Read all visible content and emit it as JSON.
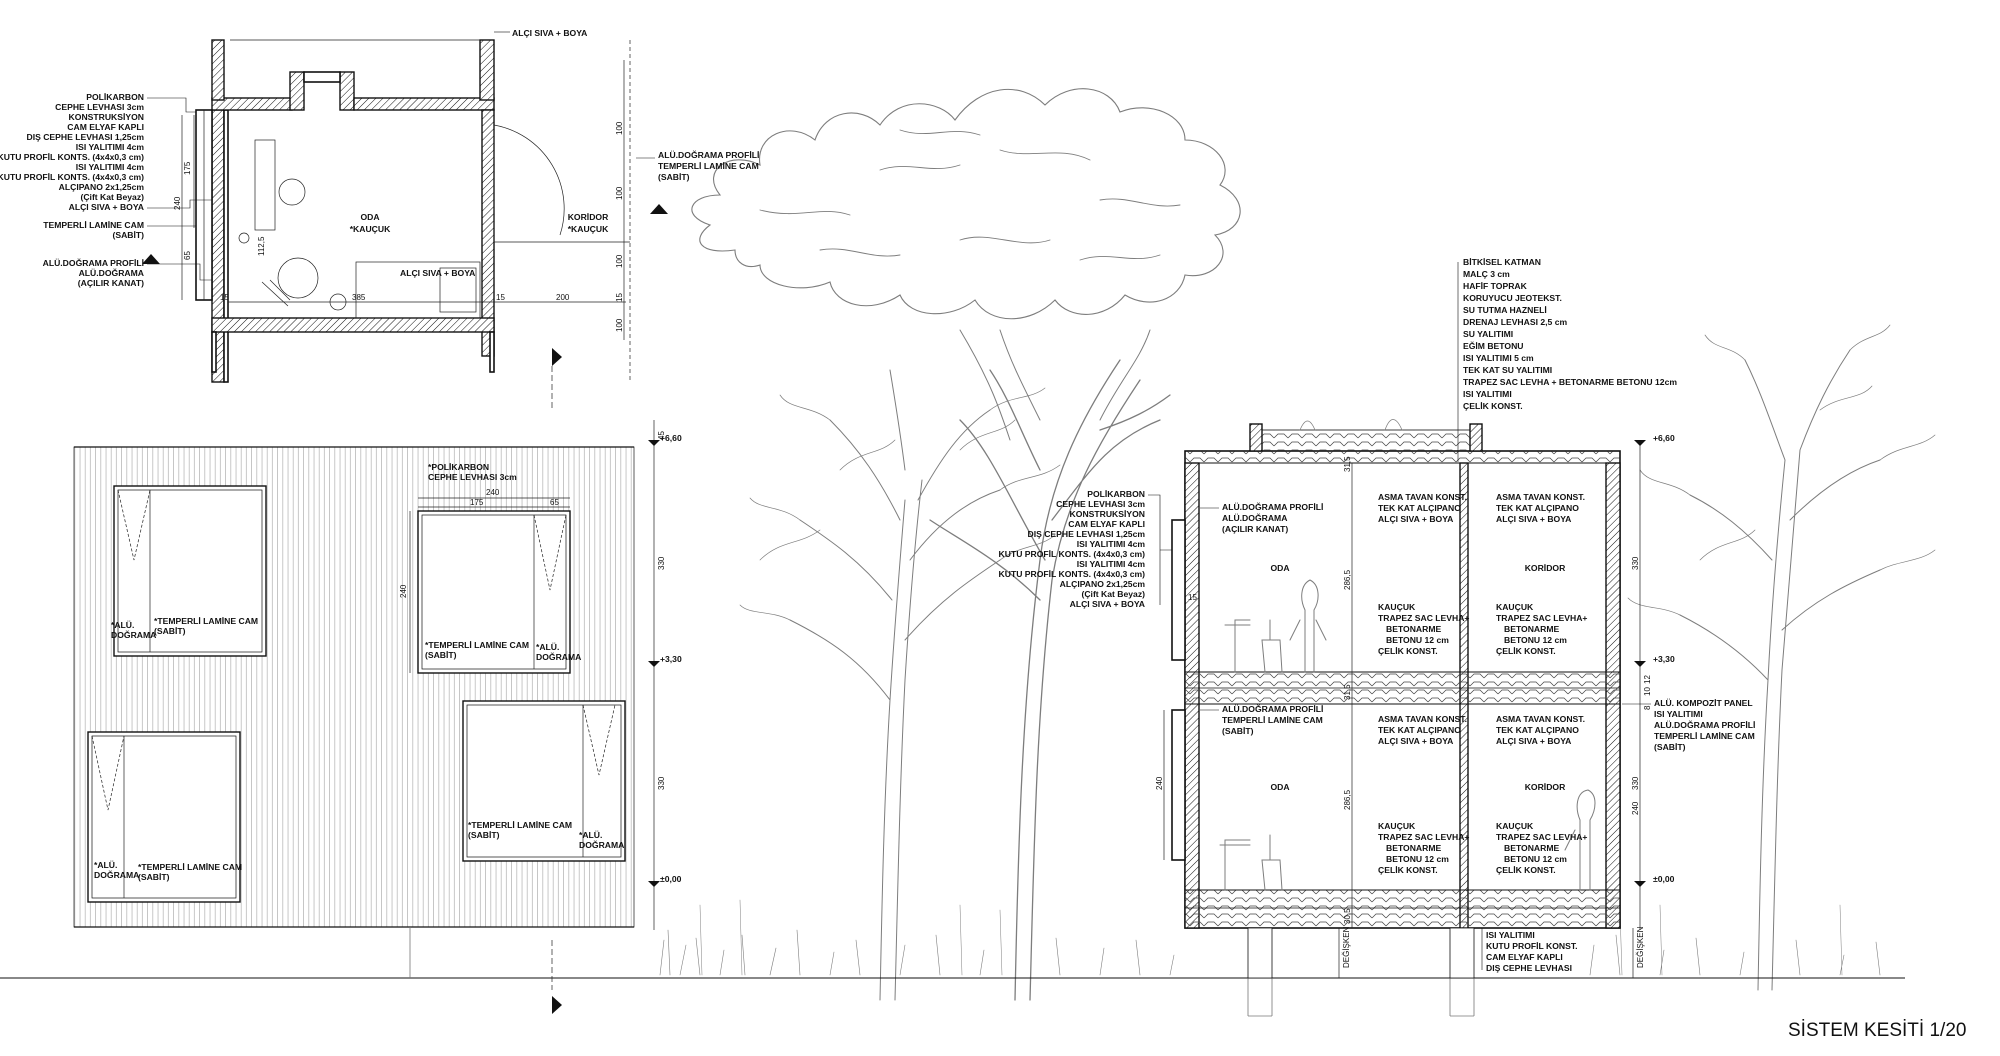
{
  "title": "SİSTEM KESİTİ 1/20",
  "plan": {
    "left_labels": [
      "POLİKARBON",
      "CEPHE LEVHASI 3cm",
      "KONSTRUKSİYON",
      "CAM ELYAF KAPLI",
      "DIŞ CEPHE LEVHASI 1,25cm",
      "ISI YALITIMI 4cm",
      "KUTU PROFİL KONTS. (4x4x0,3 cm)",
      "ISI YALITIMI 4cm",
      "KUTU PROFİL KONTS. (4x4x0,3 cm)",
      "ALÇIPANO 2x1,25cm",
      "(Çift Kat Beyaz)",
      "ALÇI SIVA + BOYA"
    ],
    "left_labels_lower": [
      "TEMPERLİ LAMİNE CAM",
      "(SABİT)"
    ],
    "left_labels_bottom": [
      "ALÜ.DOĞRAMA PROFİLİ",
      "ALÜ.DOĞRAMA",
      "(AÇILIR KANAT)"
    ],
    "top_right_label": "ALÇI SIVA + BOYA",
    "right_labels": [
      "ALÜ.DOĞRAMA PROFİLİ",
      "TEMPERLİ LAMİNE CAM",
      "(SABİT)"
    ],
    "room_name": "ODA",
    "room_floor": "*KAUÇUK",
    "corridor_name": "KORİDOR",
    "corridor_floor": "*KAUÇUK",
    "inner_label": "ALÇI SIVA + BOYA",
    "dims": {
      "d240": "240",
      "d175": "175",
      "d65": "65",
      "d385": "385",
      "d200": "200",
      "d15a": "15",
      "d15b": "15",
      "d1125": "112,5",
      "r100a": "100",
      "r100b": "100",
      "r100c": "100",
      "r100d": "100",
      "r15": "15"
    }
  },
  "elevation": {
    "polikarbon_label": "*POLİKARBON",
    "polikarbon_sub": "CEPHE LEVHASI 3cm",
    "dim_240": "240",
    "dim_175": "175",
    "dim_65": "65",
    "dim_side_240": "240",
    "window_labels": {
      "w1a": "*ALÜ.",
      "w1b": "DOĞRAMA",
      "w1c": "*TEMPERLİ LAMİNE CAM",
      "w1d": "(SABİT)",
      "w2a": "*TEMPERLİ LAMİNE CAM",
      "w2b": "(SABİT)",
      "w2c": "*ALÜ.",
      "w2d": "DOĞRAMA",
      "w3a": "*ALÜ.",
      "w3b": "DOĞRAMA",
      "w3c": "*TEMPERLİ LAMİNE CAM",
      "w3d": "(SABİT)",
      "w4a": "*TEMPERLİ LAMİNE CAM",
      "w4b": "(SABİT)",
      "w4c": "*ALÜ.",
      "w4d": "DOĞRAMA"
    },
    "levels": {
      "top": "+6,60",
      "mid": "+3,30",
      "base": "±0,00"
    },
    "vert_dims": {
      "v45": "45",
      "v330a": "330",
      "v330b": "330"
    }
  },
  "section": {
    "roof_layers": [
      "BİTKİSEL KATMAN",
      "MALÇ 3 cm",
      "HAFİF TOPRAK",
      "KORUYUCU JEOTEKST.",
      "SU TUTMA HAZNELİ",
      "DRENAJ LEVHASI 2,5 cm",
      "SU YALITIMI",
      "EĞİM BETONU",
      "ISI YALITIMI 5 cm",
      "TEK KAT SU YALITIMI",
      "TRAPEZ SAC LEVHA + BETONARME BETONU 12cm",
      "ISI YALITIMI",
      "ÇELİK KONST."
    ],
    "wall_labels": [
      "POLİKARBON",
      "CEPHE LEVHASI 3cm",
      "KONSTRUKSİYON",
      "CAM ELYAF KAPLI",
      "DIŞ CEPHE LEVHASI 1,25cm",
      "ISI YALITIMI 4cm",
      "KUTU PROFİL KONTS. (4x4x0,3 cm)",
      "ISI YALITIMI 4cm",
      "KUTU PROFİL KONTS. (4x4x0,3 cm)",
      "ALÇIPANO 2x1,25cm",
      "(Çift Kat Beyaz)",
      "ALÇI SIVA + BOYA"
    ],
    "upper_window_labels": [
      "ALÜ.DOĞRAMA PROFİLİ",
      "ALÜ.DOĞRAMA",
      "(AÇILIR KANAT)"
    ],
    "lower_window_labels": [
      "ALÜ.DOĞRAMA PROFİLİ",
      "TEMPERLİ LAMİNE CAM",
      "(SABİT)"
    ],
    "ceiling_labels": [
      "ASMA TAVAN KONST.",
      "TEK KAT ALÇIPANO",
      "ALÇI SIVA + BOYA"
    ],
    "floor_labels": [
      "KAUÇUK",
      "TRAPEZ SAC LEVHA+",
      "BETONARME",
      "BETONU 12 cm",
      "ÇELİK KONST."
    ],
    "right_panel_labels": [
      "ALÜ. KOMPOZİT PANEL",
      "ISI  YALITIMI",
      "ALÜ.DOĞRAMA PROFİLİ",
      "TEMPERLİ LAMİNE CAM",
      "(SABİT)"
    ],
    "bottom_labels": [
      "ISI YALITIMI",
      "KUTU PROFİL KONST.",
      "CAM ELYAF KAPLI",
      "DIŞ CEPHE LEVHASI"
    ],
    "rooms": {
      "oda1": "ODA",
      "koridor1": "KORİDOR",
      "oda2": "ODA",
      "koridor2": "KORİDOR"
    },
    "dims": {
      "h315a": "31,5",
      "h315b": "31,5",
      "h305": "30,5",
      "h2865a": "286,5",
      "h2865b": "286,5",
      "w15": "15",
      "w240": "240",
      "r330a": "330",
      "r330b": "330",
      "r240": "240",
      "r8": "8",
      "r10": "10",
      "r12": "12"
    },
    "levels": {
      "top": "+6,60",
      "mid": "+3,30",
      "base": "±0,00"
    },
    "degisken_a": "DEĞİŞKEN",
    "degisken_b": "DEĞİŞKEN"
  }
}
